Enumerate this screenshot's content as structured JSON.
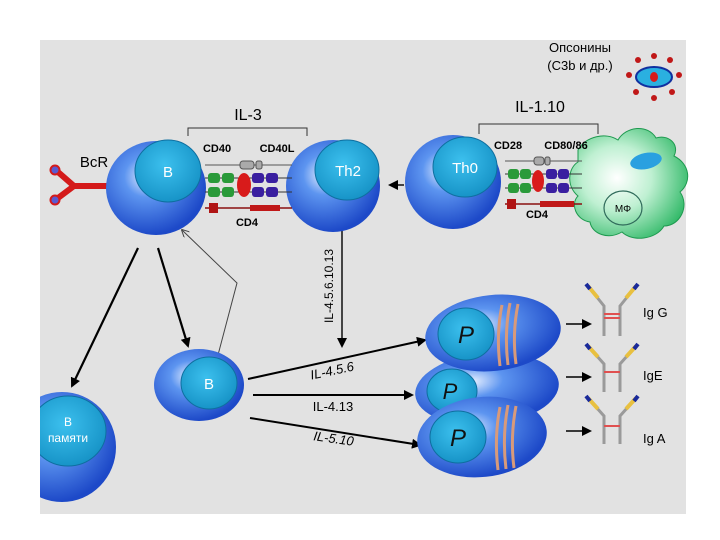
{
  "labels": {
    "opsonins_line1": "Опсонины",
    "opsonins_line2": "(C3b и др.)",
    "il3": "IL-3",
    "il110": "IL-1.10",
    "bcr": "BcR",
    "b_cell": "B",
    "th2": "Th2",
    "th0": "Th0",
    "cd40": "CD40",
    "cd40l": "CD40L",
    "cd28": "CD28",
    "cd8086": "CD80/86",
    "cd4_left": "CD4",
    "cd4_right": "CD4",
    "macrophage": "MΦ",
    "il_vertical": "IL-4.5.6.10.13",
    "b_activated": "B",
    "memory_line1": "B",
    "memory_line2": "памяти",
    "plasma_p": "P",
    "il456": "IL-4.5.6",
    "il413": "IL-4.13",
    "il510": "IL-5.10",
    "igg": "Ig G",
    "ige": "IgE",
    "iga": "Ig A"
  },
  "colors": {
    "background": "#e2e2e2",
    "cell_blue": "#2f6fe0",
    "nucleus": "#1ea6d8",
    "receptor_red": "#d81b1b",
    "green": "#2a9a3a",
    "purple": "#3a1fa0",
    "macrophage_green": "#3fbf70"
  }
}
